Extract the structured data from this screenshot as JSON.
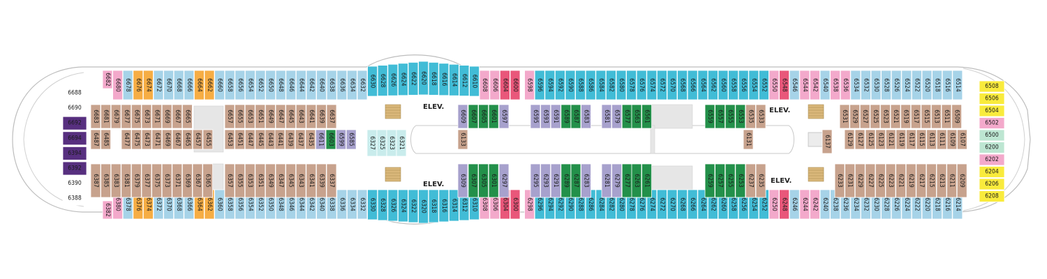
{
  "deck_map": {
    "elevator_label": "ELEV.",
    "palette": {
      "balcony": "#a6d3e8",
      "oceanview": "#41bcd6",
      "interior": "#c7a28d",
      "promenade": "#a7a1cd",
      "junior_suite": "#23904a",
      "accessible": "#e9577a",
      "pink": "#f3a9cb",
      "orange": "#f6ad44",
      "purple": "#572f7f",
      "yellow": "#f9eb3c",
      "mint": "#bde6d2",
      "aqua": "#c9ecec",
      "grey": "#e6e6e6"
    },
    "top_outer_cabins": [
      "6682",
      "6680",
      "6678",
      "6676",
      "6674",
      "6672",
      "6670",
      "6668",
      "6666",
      "6664",
      "6662",
      "6660",
      "6658",
      "6656",
      "6654",
      "6652",
      "6650",
      "6648",
      "6646",
      "6644",
      "6642",
      "6640",
      "6638",
      "6636",
      "6634",
      "6632",
      "6630",
      "6628",
      "6626",
      "6624",
      "6622",
      "6620",
      "6618",
      "6616",
      "6614",
      "6612",
      "6610",
      "6608",
      "6606",
      "6604",
      "6600",
      "6598",
      "6596",
      "6594",
      "6592",
      "6590",
      "6588",
      "6586",
      "6584",
      "6582",
      "6580",
      "6578",
      "6576",
      "6574",
      "6572",
      "6570",
      "6568",
      "6566",
      "6564",
      "6562",
      "6560",
      "6558",
      "6556",
      "6554",
      "6552",
      "6550",
      "6548",
      "6546",
      "6544",
      "6542",
      "6540",
      "6538",
      "6536",
      "6534",
      "6532",
      "6530",
      "6528",
      "6526",
      "6524",
      "6522",
      "6520",
      "6518",
      "6516",
      "6514"
    ],
    "bottom_outer_cabins": [
      "6382",
      "6380",
      "6378",
      "6376",
      "6374",
      "6372",
      "6370",
      "6368",
      "6366",
      "6364",
      "6362",
      "6360",
      "6358",
      "6356",
      "6354",
      "6352",
      "6350",
      "6348",
      "6346",
      "6344",
      "6342",
      "6340",
      "6338",
      "6336",
      "6334",
      "6332",
      "6330",
      "6328",
      "6326",
      "6324",
      "6322",
      "6320",
      "6318",
      "6316",
      "6314",
      "6312",
      "6310",
      "6308",
      "6306",
      "6304",
      "6300",
      "6298",
      "6296",
      "6294",
      "6292",
      "6290",
      "6288",
      "6286",
      "6284",
      "6282",
      "6280",
      "6278",
      "6276",
      "6274",
      "6272",
      "6270",
      "6268",
      "6266",
      "6264",
      "6262",
      "6260",
      "6258",
      "6256",
      "6254",
      "6252",
      "6250",
      "6248",
      "6246",
      "6244",
      "6242",
      "6240",
      "6238",
      "6236",
      "6234",
      "6232",
      "6230",
      "6228",
      "6226",
      "6224",
      "6222",
      "6220",
      "6218",
      "6216",
      "6214"
    ],
    "inner_row_1_cabins": [
      "6683",
      "6681",
      "6679",
      "6677",
      "6675",
      "6673",
      "6671",
      "6669",
      "6667",
      "6665",
      "6657",
      "6655",
      "6653",
      "6651",
      "6649",
      "6647",
      "6645",
      "6643",
      "6641",
      "6639",
      "6637",
      "6609",
      "6607",
      "6605",
      "6601",
      "6597",
      "6595",
      "6593",
      "6591",
      "6589",
      "6587",
      "6583",
      "6581",
      "6579",
      "6577",
      "6575",
      "6563",
      "6561",
      "6559",
      "6557",
      "6555",
      "6553",
      "6535",
      "6533",
      "6531",
      "6529",
      "6527",
      "6525",
      "6523",
      "6521",
      "6519",
      "6517",
      "6515",
      "6513",
      "6511",
      "6509"
    ],
    "inner_row_2_cabins": [
      "6487",
      "6485",
      "6477",
      "6475",
      "6473",
      "6471",
      "6469",
      "6467",
      "6465",
      "6457",
      "6455",
      "6453",
      "6451",
      "6447",
      "6445",
      "6443",
      "6441",
      "6439",
      "6437",
      "6435",
      "6611",
      "6603",
      "6599",
      "6585",
      "6133",
      "6131",
      "6129",
      "6127",
      "6125",
      "6123",
      "6121",
      "6119",
      "6117",
      "6115",
      "6113",
      "6111",
      "6109",
      "6107"
    ],
    "inner_row_3_cabins": [
      "6387",
      "6385",
      "6383",
      "6381",
      "6379",
      "6377",
      "6375",
      "6373",
      "6371",
      "6369",
      "6367",
      "6365",
      "6357",
      "6355",
      "6353",
      "6351",
      "6349",
      "6347",
      "6345",
      "6343",
      "6341",
      "6339",
      "6337",
      "6309",
      "6307",
      "6305",
      "6301",
      "6297",
      "6295",
      "6293",
      "6291",
      "6289",
      "6287",
      "6283",
      "6281",
      "6279",
      "6277",
      "6275",
      "6263",
      "6261",
      "6259",
      "6257",
      "6255",
      "6253",
      "6237",
      "6235",
      "6233",
      "6231",
      "6229",
      "6227",
      "6225",
      "6223",
      "6221",
      "6219",
      "6217",
      "6215",
      "6213",
      "6211",
      "6209"
    ],
    "aft_cabins": [
      "6688",
      "6690",
      "6692",
      "6694",
      "6394",
      "6392",
      "6390",
      "6388"
    ],
    "forward_cabins": [
      "6508",
      "6506",
      "6504",
      "6502",
      "6500",
      "6200",
      "6202",
      "6204",
      "6206",
      "6208"
    ],
    "center_cabins": [
      "6327",
      "6325",
      "6323",
      "6321"
    ],
    "lone_cabins": [
      "6137"
    ]
  }
}
